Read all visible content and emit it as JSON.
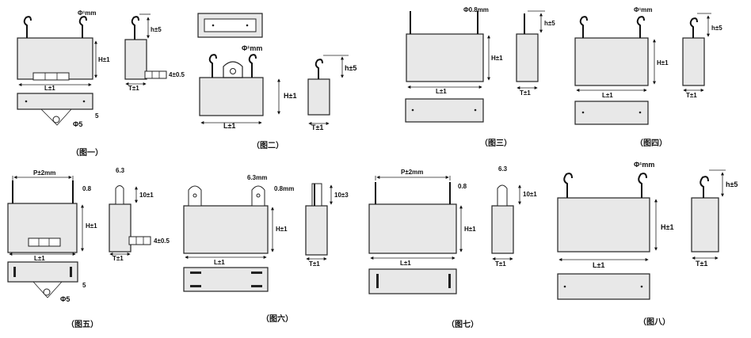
{
  "figures": [
    {
      "id": "fig1",
      "caption": "（图一）",
      "labels": {
        "phi": "Φ¹mm",
        "h": "h±5",
        "H": "H±1",
        "L": "L±1",
        "T": "T±1",
        "four": "4±0.5",
        "five": "5",
        "phi5": "Φ5"
      }
    },
    {
      "id": "fig2",
      "caption": "（图二）",
      "labels": {
        "phi": "Φ¹mm",
        "h": "h±5",
        "H": "H±1",
        "L": "L±1",
        "T": "T±1"
      }
    },
    {
      "id": "fig3",
      "caption": "（图三）",
      "labels": {
        "phi": "Φ0.8mm",
        "h": "h±5",
        "H": "H±1",
        "L": "L±1",
        "T": "T±1"
      }
    },
    {
      "id": "fig4",
      "caption": "（图四）",
      "labels": {
        "phi": "Φ¹mm",
        "h": "h±5",
        "H": "H±1",
        "L": "L±1",
        "T": "T±1"
      }
    },
    {
      "id": "fig5",
      "caption": "（图五）",
      "labels": {
        "P": "P±2mm",
        "d": "0.8",
        "H": "H±1",
        "L": "L±1",
        "t63": "6.3",
        "ten": "10±1",
        "T": "T±1",
        "four": "4±0.5",
        "five": "5",
        "phi5": "Φ5"
      }
    },
    {
      "id": "fig6",
      "caption": "（图六）",
      "labels": {
        "t63": "6.3mm",
        "d": "0.8mm",
        "ten": "10±3",
        "H": "H±1",
        "L": "L±1",
        "T": "T±1"
      }
    },
    {
      "id": "fig7",
      "caption": "（图七）",
      "labels": {
        "P": "P±2mm",
        "d": "0.8",
        "t63": "6.3",
        "ten": "10±1",
        "H": "H±1",
        "L": "L±1",
        "T": "T±1"
      }
    },
    {
      "id": "fig8",
      "caption": "（图八）",
      "labels": {
        "phi": "Φ¹mm",
        "h": "h±5",
        "H": "H±1",
        "L": "L±1",
        "T": "T±1"
      }
    }
  ]
}
